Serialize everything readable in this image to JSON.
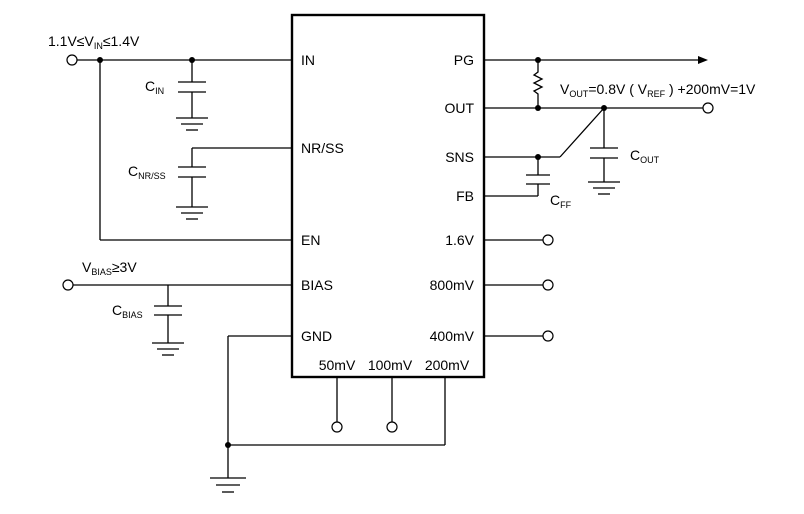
{
  "ic_pins": {
    "in": "IN",
    "nr_ss": "NR/SS",
    "en": "EN",
    "bias": "BIAS",
    "gnd": "GND",
    "pg": "PG",
    "out": "OUT",
    "sns": "SNS",
    "fb": "FB",
    "p1_6v": "1.6V",
    "p800mv": "800mV",
    "p400mv": "400mV",
    "p50mv": "50mV",
    "p100mv": "100mV",
    "p200mv": "200mV"
  },
  "labels": {
    "vin_range": {
      "a": "1.1V≤V",
      "sub": "IN",
      "b": "≤1.4V"
    },
    "vbias": {
      "a": "V",
      "sub": "BIAS",
      "b": "≥3V"
    },
    "vout": {
      "a": "V",
      "sub1": "OUT",
      "b": "=0.8V ( V",
      "sub2": "REF",
      "c": " ) +200mV=1V"
    },
    "cin": {
      "a": "C",
      "sub": "IN"
    },
    "cnrss": {
      "a": "C",
      "sub": "NR/SS"
    },
    "cbias": {
      "a": "C",
      "sub": "BIAS"
    },
    "cout": {
      "a": "C",
      "sub": "OUT"
    },
    "cff": {
      "a": "C",
      "sub": "FF"
    }
  }
}
